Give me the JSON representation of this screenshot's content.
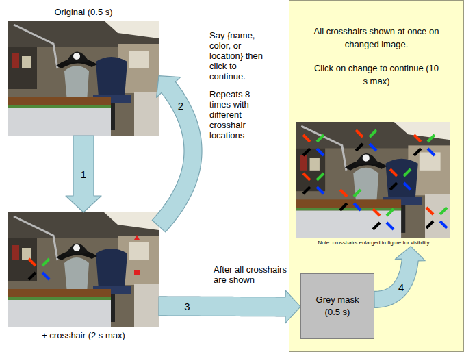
{
  "diagram": {
    "nodes": [
      {
        "text": [
          "Original (0.5 s)"
        ]
      },
      {
        "text": [
          "+ crosshair (2 s max)"
        ]
      },
      {
        "text": [
          "All crosshairs shown at once on changed image.",
          "Click on change to continue (10 s max)"
        ]
      },
      {
        "text": [
          "Note: crosshairs enlarged in figure for visibility"
        ],
        "in": 2
      },
      {
        "text": [
          "Grey mask (0.5 s)"
        ],
        "in": 2
      }
    ],
    "edges": [
      {
        "from": 0,
        "to": 1,
        "arrow": "to",
        "label": "1"
      },
      {
        "from": 1,
        "to": 0,
        "arrow": "to",
        "label": "2"
      },
      {
        "from": 1,
        "to": 4,
        "arrow": "to",
        "label": "3"
      },
      {
        "from": 4,
        "to": 3,
        "arrow": "to",
        "label": "4"
      }
    ],
    "labels": [
      "Say {name, color, or location} then click to continue.",
      "Repeats 8 times with different crosshair locations",
      "After all crosshairs are shown"
    ]
  }
}
